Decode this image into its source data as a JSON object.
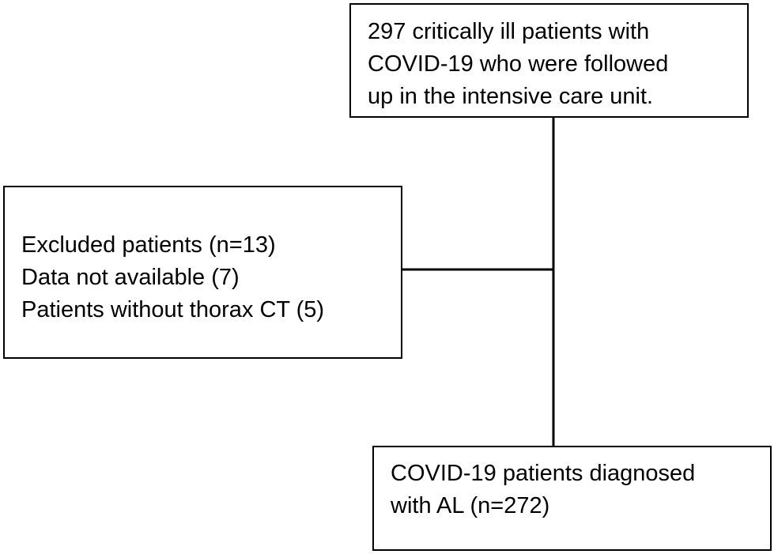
{
  "flowchart": {
    "top_box": {
      "lines": [
        "297 critically ill patients with",
        "COVID-19 who were followed",
        "up in the intensive care unit."
      ]
    },
    "exclusion_box": {
      "lines": [
        "Excluded patients (n=13)",
        "Data not available (7)",
        "Patients without thorax CT (5)"
      ]
    },
    "result_box": {
      "lines": [
        "COVID-19 patients diagnosed",
        "with AL (n=272)"
      ]
    }
  }
}
